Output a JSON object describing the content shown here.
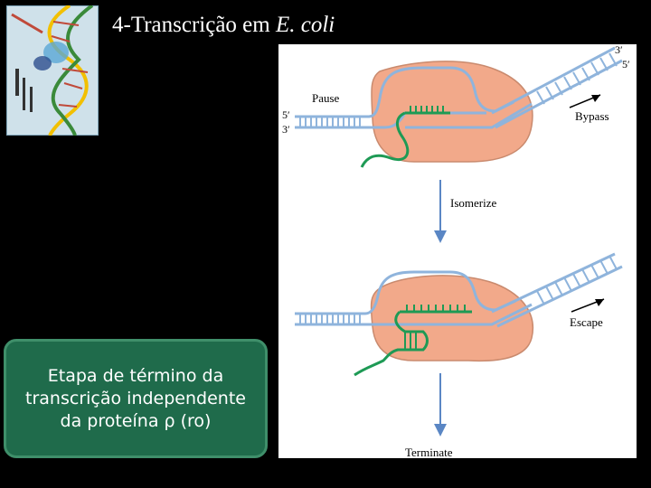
{
  "slide": {
    "title_main": "4-Transcrição em ",
    "title_italic": "E. coli",
    "note_text": "Etapa de término da transcrição independente da proteína ρ (ro)"
  },
  "thumbnail": {
    "icon": "dna-helix-image"
  },
  "figure": {
    "pause_label": "Pause",
    "bypass_label": "Bypass",
    "isomerize_label": "Isomerize",
    "escape_label": "Escape",
    "terminate_label": "Terminate",
    "prime3_top": "3′",
    "prime5_top": "5′",
    "prime5_left": "5′",
    "prime3_left": "3′",
    "colors": {
      "polymerase": "#f2a98a",
      "dna": "#8fb4dc",
      "rna": "#1e9a55",
      "background": "#ffffff"
    }
  }
}
